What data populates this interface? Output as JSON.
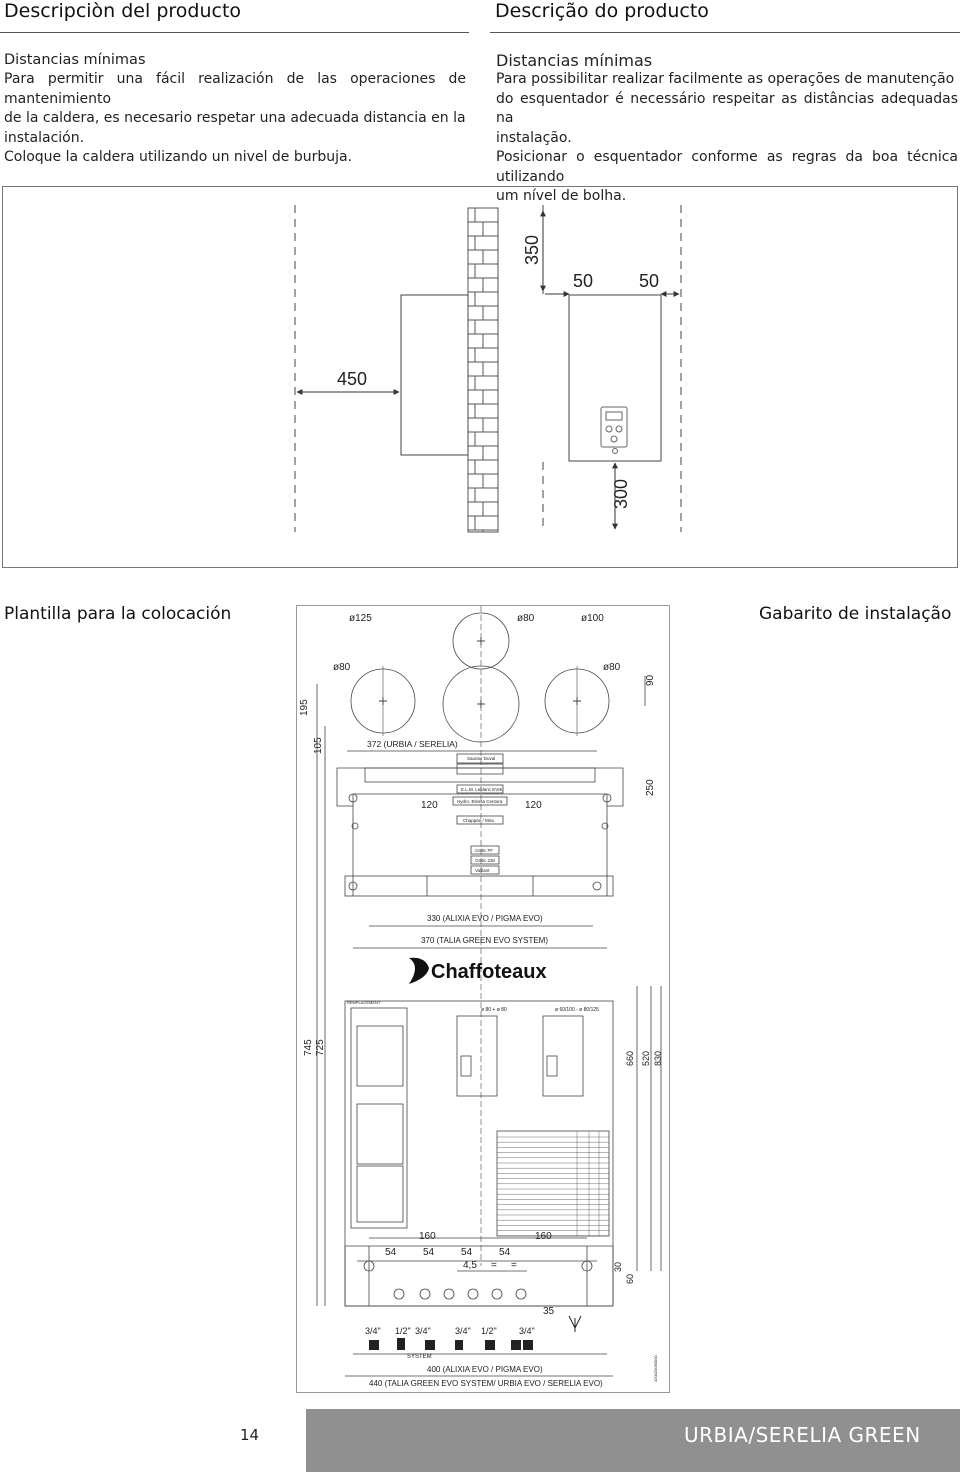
{
  "headers": {
    "left_title": "Descripciòn del producto",
    "right_title": "Descrição do producto"
  },
  "intro_es": {
    "subtitle": "Distancias mínimas",
    "line1": "Para permitir una fácil realización de las operaciones de mantenimiento",
    "line2": "de la caldera, es necesario respetar una adecuada distancia en la",
    "line3": "instalación.",
    "line4": "Coloque la caldera utilizando un nivel de burbuja."
  },
  "intro_pt": {
    "subtitle": "Distancias mínimas",
    "line1": "Para possibilitar realizar facilmente as operações de manutenção",
    "line2": "do esquentador é necessário respeitar as distâncias adequadas na",
    "line3": "instalação.",
    "line4": "Posicionar o esquentador conforme as regras da boa técnica utilizando",
    "line5": "um nível de bolha."
  },
  "clearance_diagram": {
    "top": "350",
    "left_side": "50",
    "right_side": "50",
    "front": "450",
    "bottom": "300"
  },
  "template_section": {
    "title_es": "Plantilla para la colocación",
    "title_pt": "Gabarito de instalação"
  },
  "template": {
    "d125": "ø125",
    "d80_top": "ø80",
    "d100": "ø100",
    "d80_left": "ø80",
    "d80_right": "ø80",
    "dim_90": "90",
    "dim_195": "195",
    "dim_105": "105",
    "dim_372": "372 (URBIA / SERELIA)",
    "label_saunier": "Saunier Duval",
    "label_elm": "E.L.M. Leblanc EVIE",
    "label_hydro": "Hydro. Elessa Centora",
    "label_chappee": "Chappée / Mira",
    "label_celtic_ff": "Celtic FF",
    "label_celtic_230": "Celtic 230",
    "label_vaillant": "Vaillant",
    "dim_120_left": "120",
    "dim_120_right": "120",
    "dim_250": "250",
    "dim_330": "330 (ALIXIA EVO / PIGMA EVO)",
    "dim_370": "370 (TALIA GREEN EVO SYSTEM)",
    "brand": "Chaffoteaux",
    "remplacement": "REMPLACEMENT",
    "flue_a": "ø 80  +  ø 80",
    "flue_b": "ø 60/100  -  ø 80/125",
    "dim_745": "745",
    "dim_725": "725",
    "dim_660": "660",
    "dim_520": "520",
    "dim_830": "830",
    "dim_160_left": "160",
    "dim_160_right": "160",
    "dim_54_1": "54",
    "dim_54_2": "54",
    "dim_54_3": "54",
    "dim_54_4": "54",
    "dim_45": "4,5",
    "eq1": "=",
    "eq2": "=",
    "dim_30": "30",
    "dim_60": "60",
    "dim_35": "35",
    "conn_1": "3/4\"",
    "conn_2": "1/2\"",
    "conn_3": "3/4\"",
    "conn_4": "3/4\"",
    "conn_5": "1/2\"",
    "conn_6": "3/4\"",
    "system": "SYSTEM",
    "dim_400": "400 (ALIXIA EVO / PIGMA EVO)",
    "dim_440": "440 (TALIA GREEN EVO SYSTEM/ URBIA EVO / SERELIA EVO)",
    "code": "420020090000"
  },
  "footer": {
    "page_number": "14",
    "brand": "URBIA/SERELIA GREEN"
  }
}
